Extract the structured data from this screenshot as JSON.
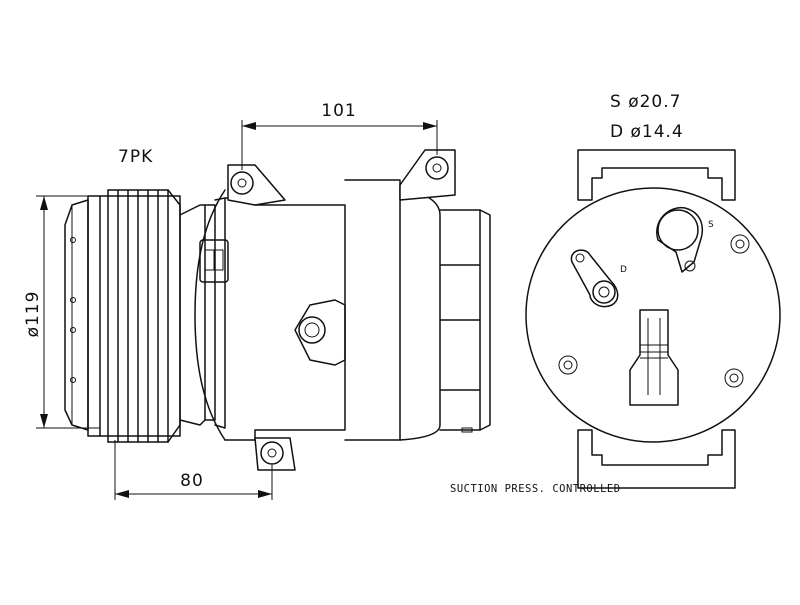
{
  "labels": {
    "dim_top": "101",
    "dim_bottom": "80",
    "dim_diameter": "ø119",
    "belt": "7PK",
    "suction_line": "S  ø20.7",
    "discharge_line": "D  ø14.4",
    "port_s": "S",
    "port_d": "D",
    "note": "SUCTION PRESS. CONTROLLED"
  },
  "colors": {
    "line": "#111111",
    "background": "#ffffff"
  }
}
